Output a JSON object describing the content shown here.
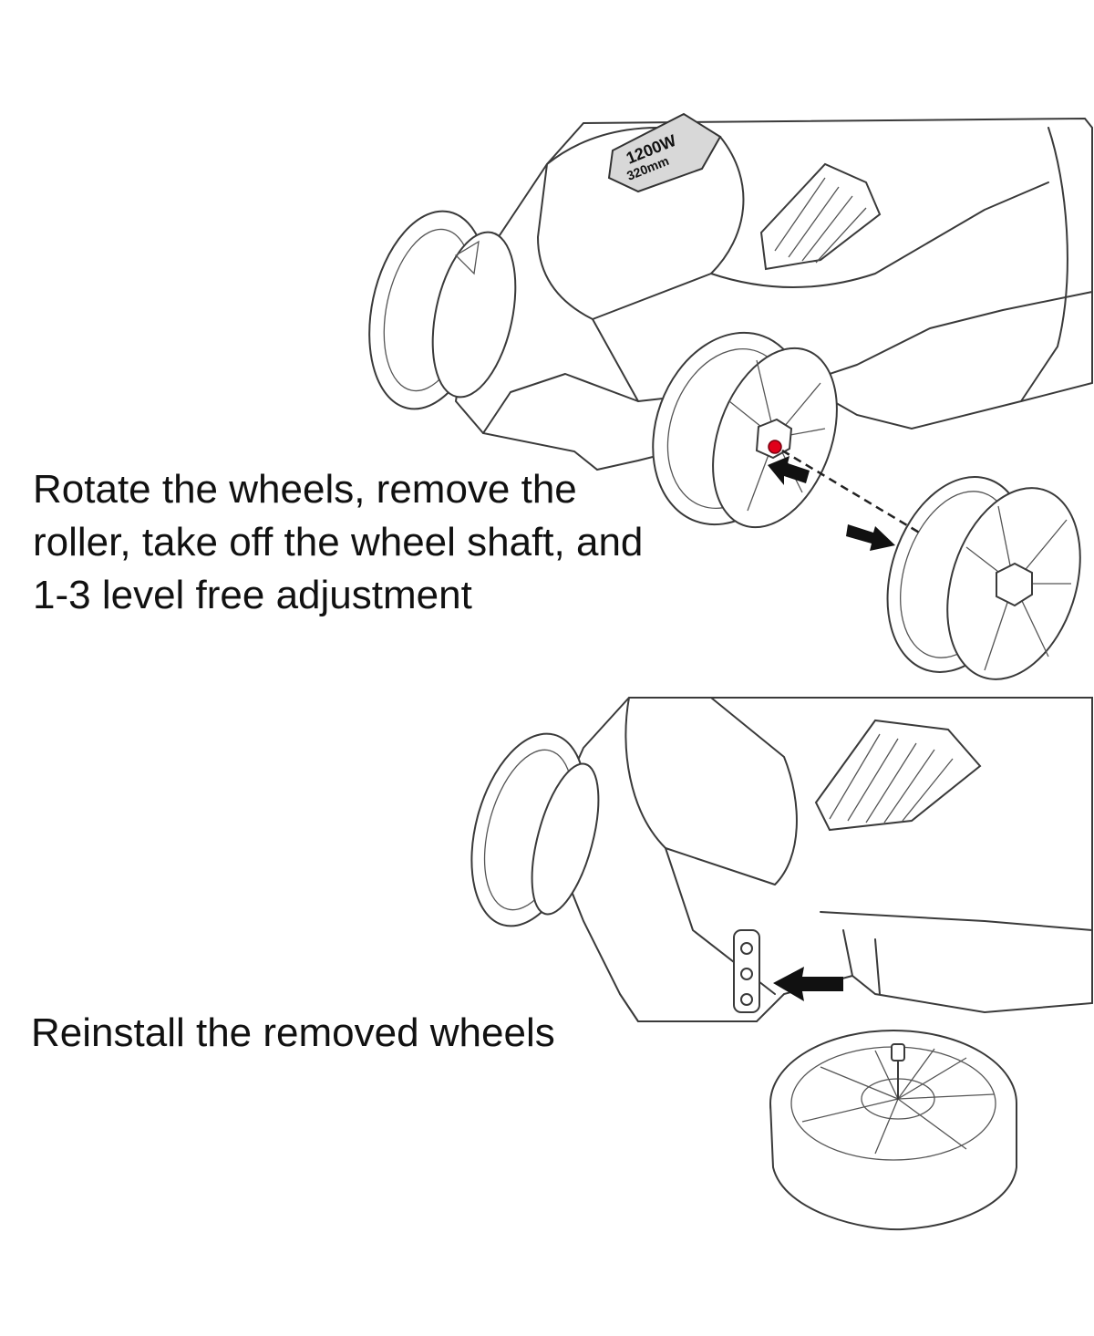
{
  "steps": [
    {
      "lines": [
        "Rotate the wheels, remove the",
        "roller, take off the wheel shaft, and",
        "1-3 level free adjustment"
      ]
    },
    {
      "lines": [
        "Reinstall the removed wheels"
      ]
    }
  ],
  "mower_badge": {
    "power": "1200W",
    "width": "320mm"
  },
  "colors": {
    "ink": "#3a3a3a",
    "highlight": "#e0001a",
    "badge": "#d8d8d8"
  },
  "icons": [
    "arrow-left-icon",
    "arrow-right-icon",
    "dashed-guide-icon"
  ]
}
